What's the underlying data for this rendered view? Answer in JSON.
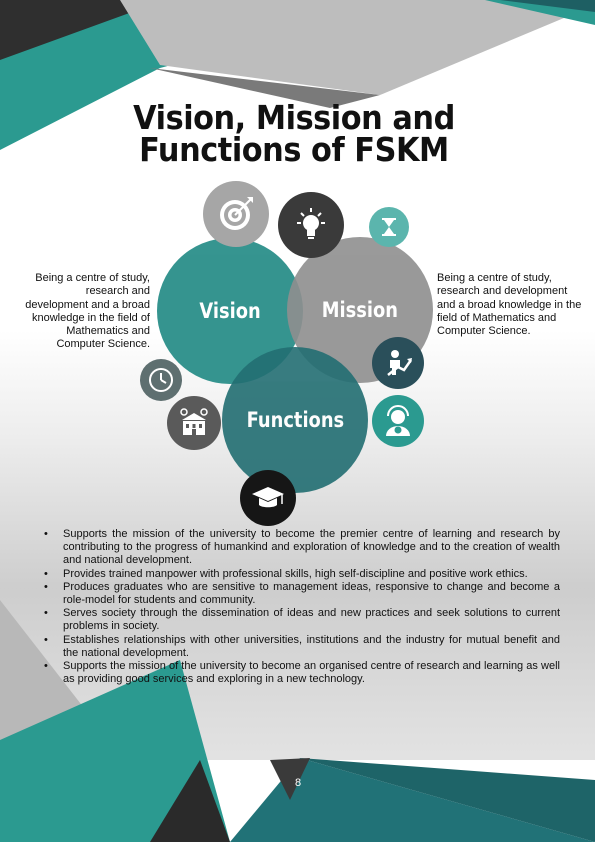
{
  "title": {
    "line1": "Vision, Mission and",
    "line2": "Functions of FSKM"
  },
  "left_text": "Being a centre of study, research and development and a broad knowledge in the field of Mathematics and Computer Science.",
  "right_text": "Being a centre of study, research and development and a broad knowledge in the field of Mathematics and Computer Science.",
  "circles": {
    "vision": "Vision",
    "mission": "Mission",
    "functions": "Functions"
  },
  "icons": [
    "target-icon",
    "lightbulb-icon",
    "hourglass-icon",
    "growth-chart-icon",
    "support-agent-icon",
    "clock-icon",
    "building-icon",
    "graduation-cap-icon"
  ],
  "bullets": [
    "Supports the mission of the university to become the premier centre of learning and research by contributing to the progress of humankind and exploration of knowledge and to the creation of wealth and national development.",
    "Provides trained manpower with professional skills, high self-discipline and positive work ethics.",
    "Produces graduates who are sensitive to management ideas, responsive to change and become a role-model for students and community.",
    "Serves society through the dissemination of ideas and new practices and seek solutions to current problems in society.",
    "Establishes relationships with other universities, institutions and the industry for mutual benefit and the national development.",
    "Supports the mission of the university to become an organised centre of research and learning as well as providing good services and exploring in a new technology."
  ],
  "page_number": "8",
  "colors": {
    "teal": "#2b9a90",
    "dark_teal": "#1f6a6e",
    "gray": "#8f8f8f",
    "dark": "#2a2a2a"
  }
}
